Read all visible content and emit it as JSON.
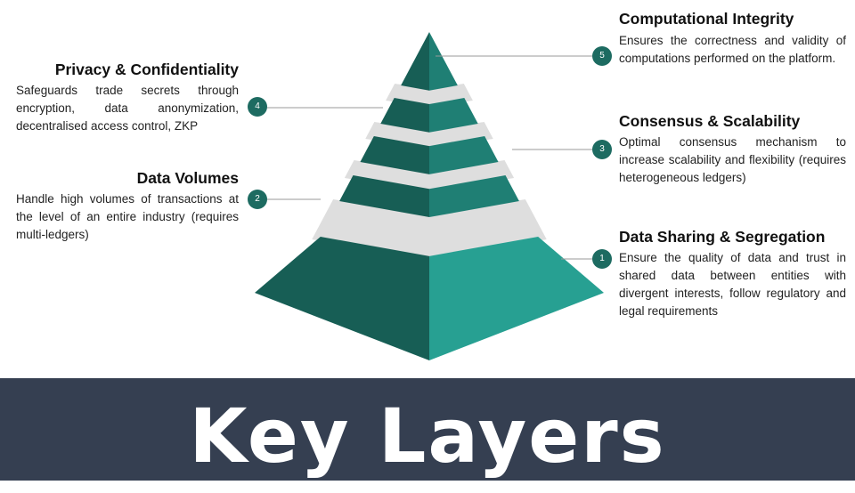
{
  "colors": {
    "dark": "#175e55",
    "mid": "#1f7f74",
    "light": "#27a092",
    "band": "#dedede",
    "badge": "#1d6b61",
    "footer": "#353f51"
  },
  "layers": [
    {
      "number": "1",
      "title": "Data Sharing & Segregation",
      "description": "Ensure the quality of data and trust in shared data between entities with divergent interests,  follow regulatory and legal requirements"
    },
    {
      "number": "2",
      "title": "Data Volumes",
      "description": "Handle high volumes of transactions at the level of an entire industry (requires multi-ledgers)"
    },
    {
      "number": "3",
      "title": "Consensus & Scalability",
      "description": "Optimal consensus mechanism to increase scalability and flexibility (requires heterogeneous ledgers)"
    },
    {
      "number": "4",
      "title": "Privacy & Confidentiality",
      "description": "Safeguards trade secrets through encryption, data anonymization, decentralised access control, ZKP"
    },
    {
      "number": "5",
      "title": "Computational Integrity",
      "description": "Ensures the correctness and validity of computations performed on the platform."
    }
  ],
  "footer": {
    "title": "Key Layers"
  }
}
